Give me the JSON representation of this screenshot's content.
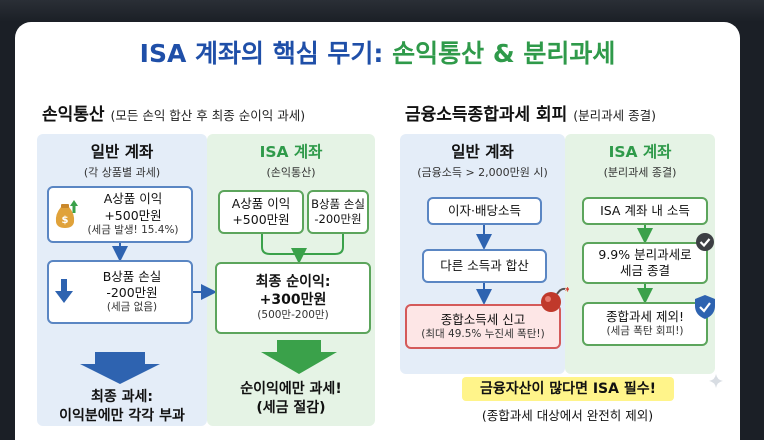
{
  "title": {
    "part1": "ISA 계좌의 핵심 무기: ",
    "part2": "손익통산 & 분리과세"
  },
  "left": {
    "heading": "손익통산",
    "heading_sub": "(모든 손익 합산 후 최종 순이익 과세)",
    "general": {
      "title": "일반 계좌",
      "subtitle": "(각 상품별 과세)",
      "box_a": {
        "line1": "A상품 이익",
        "line2": "+500만원",
        "line3": "(세금 발생! 15.4%)"
      },
      "box_b": {
        "line1": "B상품 손실",
        "line2": "-200만원",
        "line3": "(세금 없음)"
      },
      "result": {
        "line1": "최종 과세:",
        "line2": "이익분에만 각각 부과"
      }
    },
    "isa": {
      "title": "ISA 계좌",
      "subtitle": "(손익통산)",
      "box_a": {
        "line1": "A상품 이익",
        "line2": "+500만원"
      },
      "box_b": {
        "line1": "B상품 손실",
        "line2": "-200만원"
      },
      "net": {
        "line1": "최종 순이익:",
        "line2": "+300만원",
        "line3": "(500만-200만)"
      },
      "result": {
        "line1": "순이익에만 과세!",
        "line2": "(세금 절감)"
      }
    }
  },
  "right": {
    "heading": "금융소득종합과세 회피",
    "heading_sub": "(분리과세 종결)",
    "general": {
      "title": "일반 계좌",
      "subtitle": "(금융소득 > 2,000만원 시)",
      "step1": "이자·배당소득",
      "step2": "다른 소득과 합산",
      "step3": {
        "line1": "종합소득세 신고",
        "line2": "(최대 49.5% 누진세 폭탄!)"
      }
    },
    "isa": {
      "title": "ISA 계좌",
      "subtitle": "(분리과세 종결)",
      "step1": "ISA 계좌 내 소득",
      "step2": {
        "line1": "9.9% 분리과세로",
        "line2": "세금 종결"
      },
      "step3": {
        "line1": "종합과세 제외!",
        "line2": "(세금 폭탄 회피!)"
      }
    },
    "banner": "금융자산이 많다면 ISA 필수!",
    "banner_sub": "(종합과세 대상에서 완전히 제외)"
  },
  "icons": [
    "money-bag-up-icon",
    "down-arrow-icon",
    "bomb-icon",
    "check-badge-icon",
    "shield-check-icon",
    "sparkle-icon"
  ],
  "colors": {
    "blue": "#1f4fa8",
    "green": "#2f9a4a",
    "arrow_blue": "#2e63b0",
    "arrow_green": "#3aa14a",
    "red": "#d45a5a",
    "banner": "#fff48a"
  }
}
